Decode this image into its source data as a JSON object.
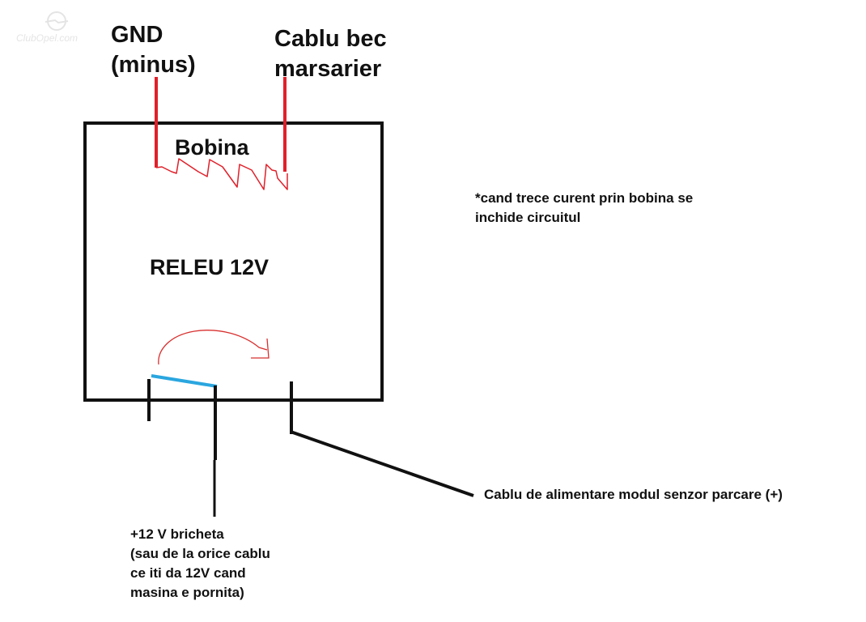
{
  "watermark": {
    "text": "ClubOpel.com"
  },
  "labels": {
    "gnd": [
      "GND",
      "(minus)"
    ],
    "bulb": [
      "Cablu bec",
      "marsarier"
    ],
    "coil": "Bobina",
    "relay": "RELEU 12V",
    "note": [
      "*cand trece curent prin bobina se",
      "inchide circuitul"
    ],
    "sensor": "Cablu de alimentare modul senzor parcare (+)",
    "supply": [
      "+12 V bricheta",
      "(sau de la orice cablu",
      "ce iti da 12V cand",
      "masina e pornita)"
    ]
  },
  "colors": {
    "outline": "#111111",
    "coil_wires": "#e0202a",
    "coil": "#e0202a",
    "switch_arm": "#2aa6df",
    "arrow": "#d8302f",
    "wires": "#111111",
    "text": "#111111"
  }
}
